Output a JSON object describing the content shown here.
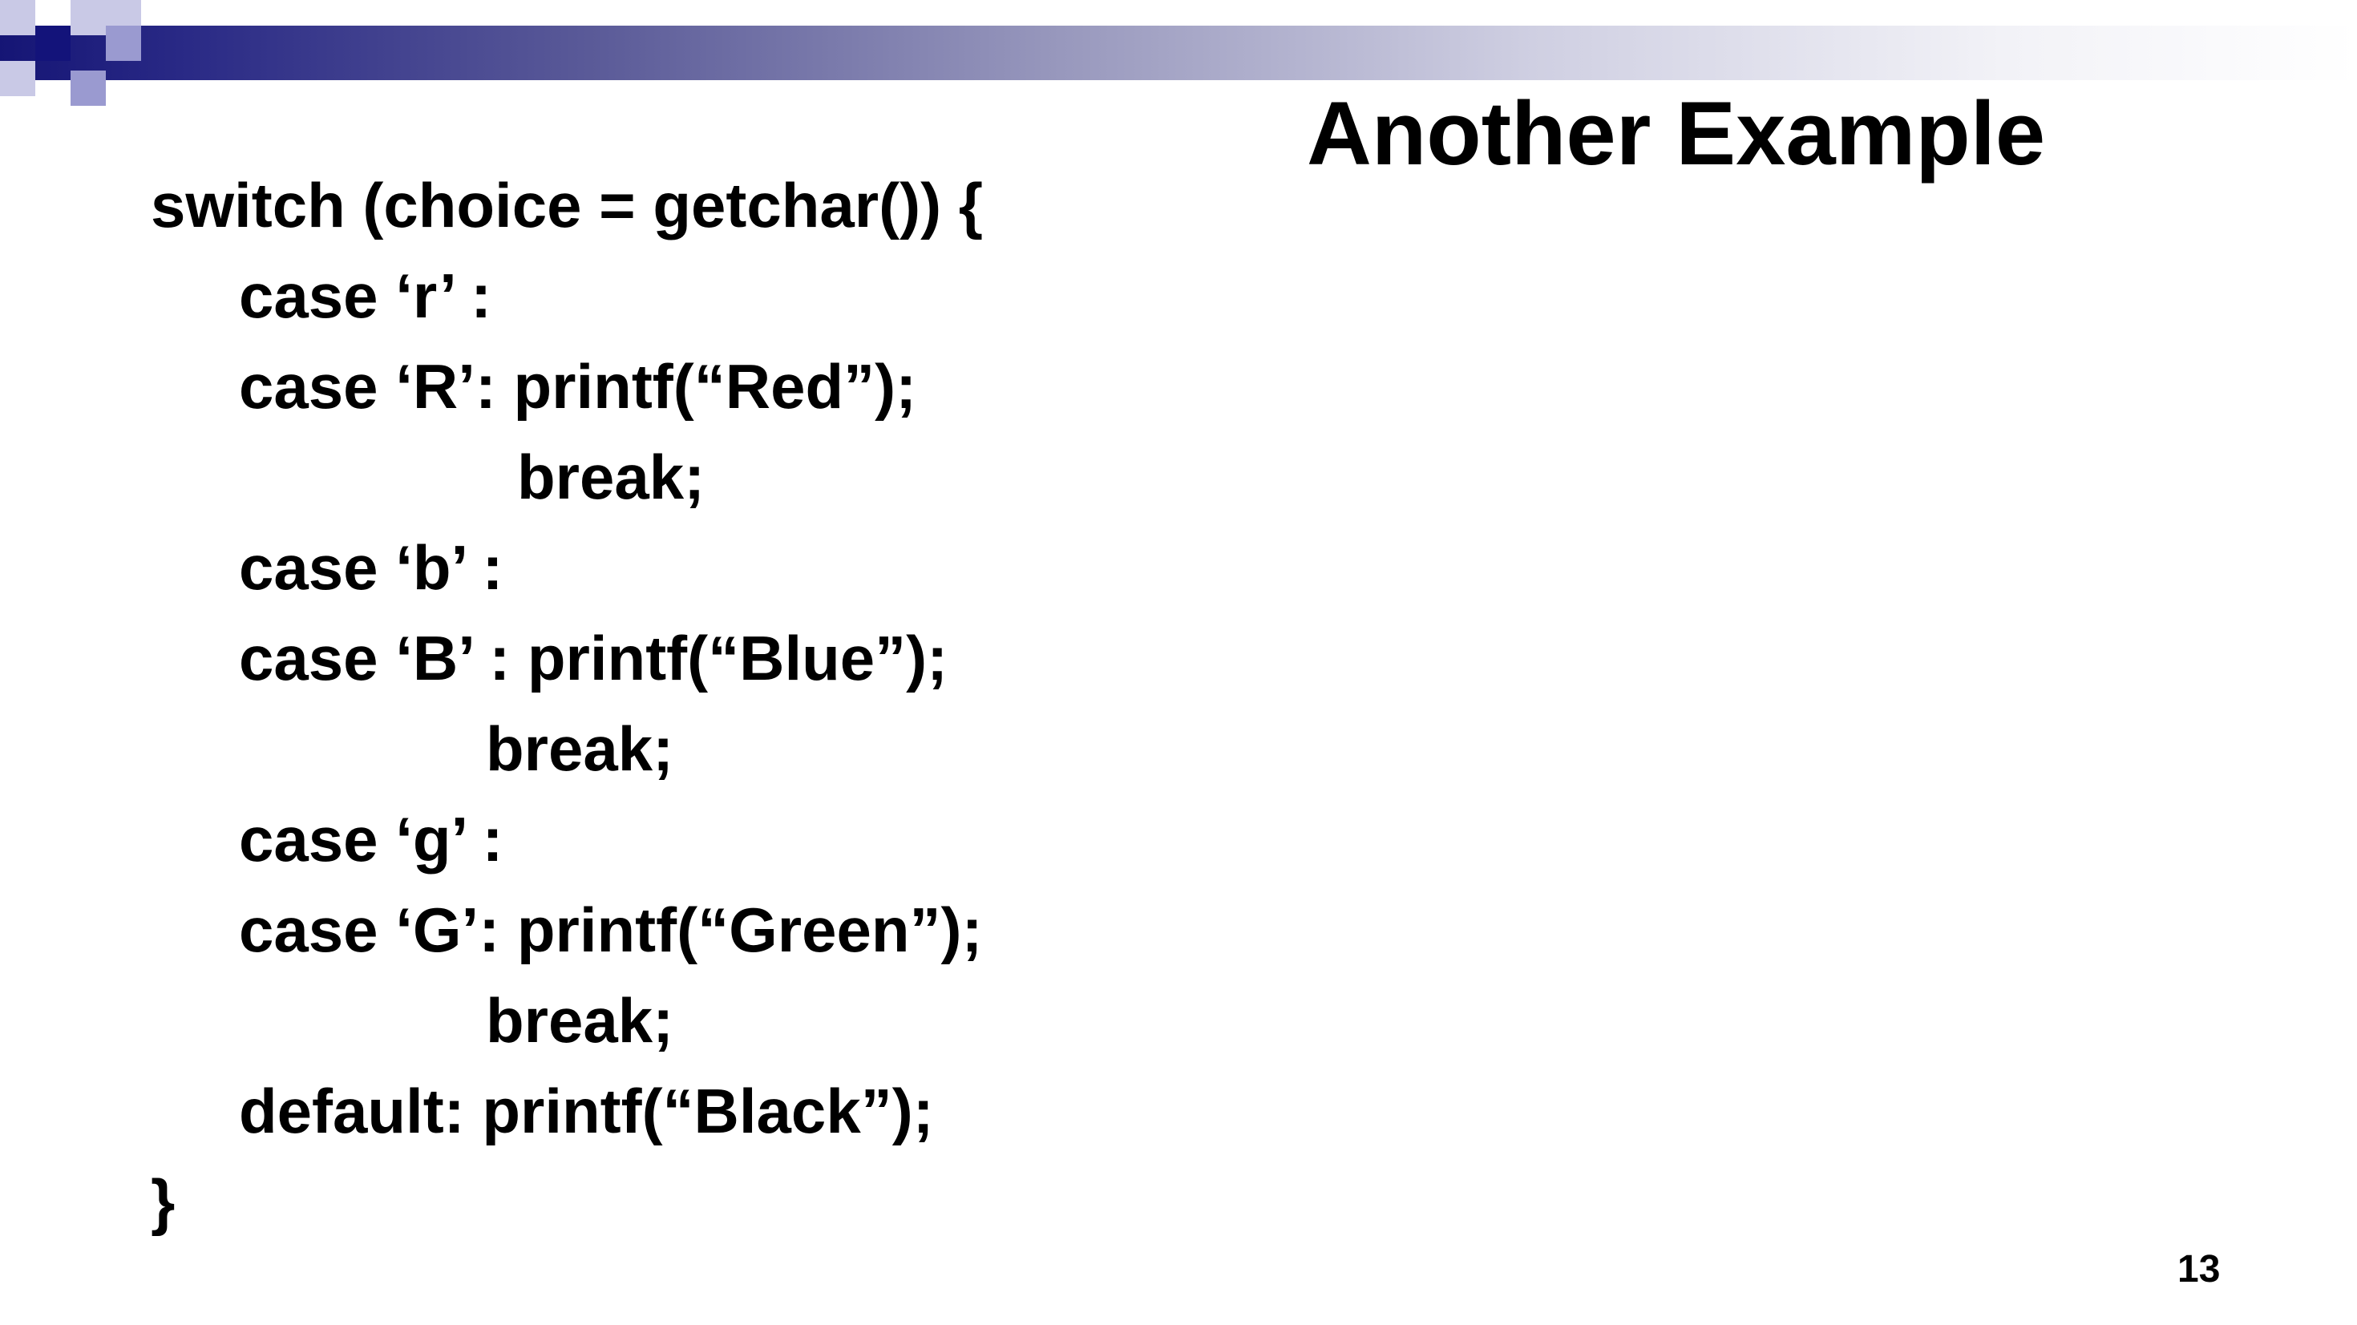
{
  "slide": {
    "title": "Another Example",
    "page_number": "13",
    "code_lines": [
      "switch (choice = getchar()) {",
      "case ‘r’ :",
      "case ‘R’: printf(“Red”);",
      "break;",
      "case ‘b’ :",
      "case ‘B’ : printf(“Blue”);",
      "break;",
      "case ‘g’ :",
      "case ‘G’: printf(“Green”);",
      "break;",
      "default: printf(“Black”);",
      "}"
    ]
  },
  "colors": {
    "banner_dark": "#151575",
    "banner_light": "#ffffff",
    "text": "#000000"
  },
  "icons": {
    "logo": "decorative-squares-icon"
  }
}
